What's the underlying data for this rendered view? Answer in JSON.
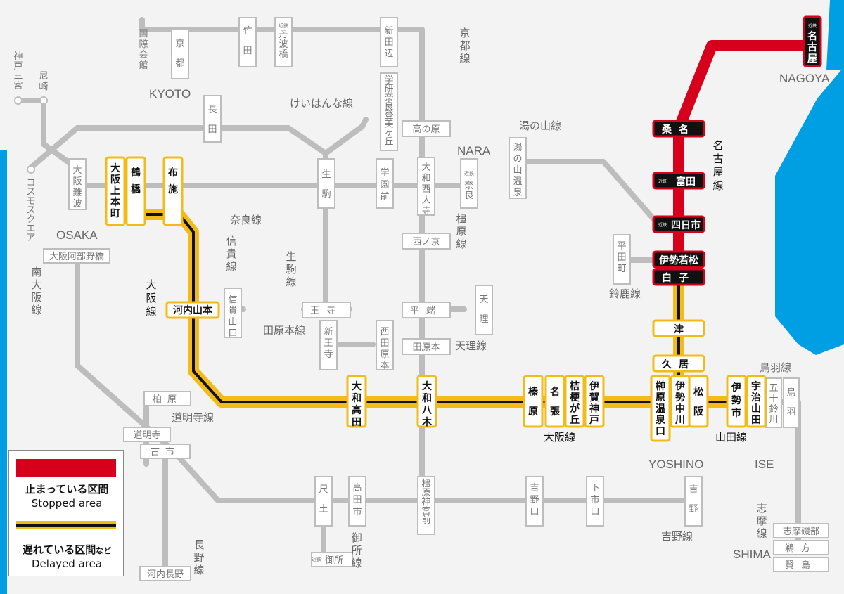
{
  "colors": {
    "background": "#f3f3f3",
    "sea": "#009fe3",
    "grey_line": "#bdbdbd",
    "stopped": "#d6001c",
    "delayed": "#f2bb17"
  },
  "cities": {
    "kyoto": "KYOTO",
    "nara": "NARA",
    "osaka": "OSAKA",
    "nagoya": "NAGOYA",
    "yoshino": "YOSHINO",
    "ise": "ISE",
    "shima": "SHIMA"
  },
  "line_labels": {
    "keihanna": "けいはんな線",
    "yunoyama": "湯の山線",
    "nagoya_line": "名古屋線",
    "nara_line": "奈良線",
    "kashihara": "橿原線",
    "shigi": "信貴線",
    "ikoma": "生駒線",
    "osaka_line_v": "大阪線",
    "tawaramoto": "田原本線",
    "tenri": "天理線",
    "suzuka": "鈴鹿線",
    "toba": "鳥羽線",
    "domyoji": "道明寺線",
    "osaka_line_h": "大阪線",
    "yamada": "山田線",
    "minami_osaka": "南大阪線",
    "kyoto_line": "京都線",
    "yoshino_line": "吉野線",
    "gose": "御所線",
    "nagano": "長野線",
    "shima_line": "志摩線"
  },
  "stations": {
    "kokusai_kaikan": "国際会館",
    "kyoto": "京都",
    "takeda": "竹田",
    "tambabashi_sub": "近鉄",
    "tambabashi": "丹波橋",
    "shintanabe": "新田辺",
    "gakken": "学研奈良登美ヶ丘",
    "nagata": "長田",
    "takanohara": "高の原",
    "yamato_saidaiji": "大和西大寺",
    "kintetsu_nara_sub": "近鉄",
    "kintetsu_nara": "奈良",
    "gakuenmae": "学園前",
    "ikoma": "生駒",
    "osaka_namba": "大阪難波",
    "osaka_uehommachi": "大阪上本町",
    "tsuruhashi": "鶴橋",
    "fuse": "布施",
    "saiki": "西ノ京",
    "kawachi_yamamoto": "河内山本",
    "shigisanguchi": "信貴山口",
    "ouji": "王寺",
    "hirahata": "平端",
    "tenri": "天理",
    "shin_oji": "新王寺",
    "nishi_tawaramoto": "西田原本",
    "tawaramoto": "田原本",
    "yamato_takada": "大和高田",
    "yamato_yagi": "大和八木",
    "nabari": "名張",
    "haibara": "榛原",
    "kikyogaoka": "桔梗が丘",
    "iga_kambe": "伊賀神戸",
    "sakakibara": "榊原温泉口",
    "ise_nakagawa": "伊勢中川",
    "matsusaka": "松阪",
    "iseshi": "伊勢市",
    "ujiyamada": "宇治山田",
    "isuzugawa": "五十鈴川",
    "toba": "鳥羽",
    "tsu": "津",
    "hisai": "久居",
    "shiroko": "白子",
    "ise_wakamatsu": "伊勢若松",
    "hirata": "平田町",
    "yokkaichi_sub": "近鉄",
    "yokkaichi": "四日市",
    "tomida_sub": "近鉄",
    "tomida": "富田",
    "kuwana": "桑名",
    "nagoya_sub": "近鉄",
    "nagoya": "名古屋",
    "yunoyama": "湯の山温泉",
    "kashihara_jingumae": "橿原神宮前",
    "takadashi": "高田市",
    "shakudo": "尺土",
    "gose_sub": "近鉄",
    "gose": "御所",
    "yoshinoguchi": "吉野口",
    "shimoichiguchi": "下市口",
    "yoshino": "吉野",
    "kashiwara": "柏原",
    "domyoji": "道明寺",
    "furuichi": "古市",
    "kawachi_nagano": "河内長野",
    "abenobashi": "大阪阿部野橋",
    "kobe_sannomiya": "神戸三宮",
    "amagasaki": "尼崎",
    "cosmosquare": "コスモスクエア",
    "kashikojima": "賢島",
    "ugata": "鵜方",
    "shima_isobe": "志摩磯部"
  },
  "legend": {
    "stopped_ja": "止まっている区間",
    "stopped_en": "Stopped area",
    "delayed_ja": "遅れている区間",
    "delayed_ja_suffix": "など",
    "delayed_en": "Delayed area"
  }
}
